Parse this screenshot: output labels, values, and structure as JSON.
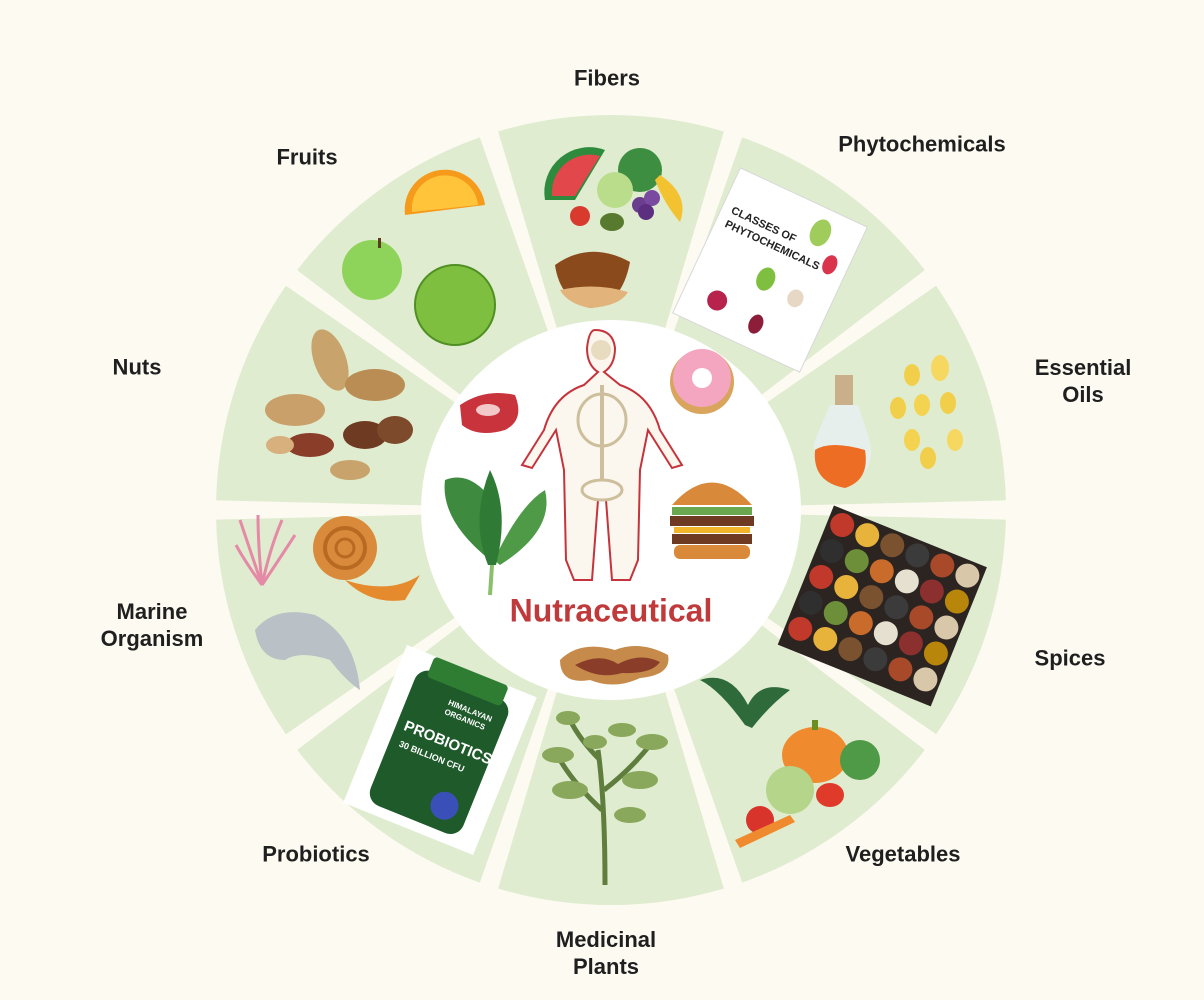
{
  "center": {
    "title": "Nutraceutical"
  },
  "categories": [
    {
      "id": "fibers",
      "lines": [
        "Fibers"
      ]
    },
    {
      "id": "phytochemicals",
      "lines": [
        "Phytochemicals"
      ]
    },
    {
      "id": "essential-oils",
      "lines": [
        "Essential",
        "Oils"
      ]
    },
    {
      "id": "spices",
      "lines": [
        "Spices"
      ]
    },
    {
      "id": "vegetables",
      "lines": [
        "Vegetables"
      ]
    },
    {
      "id": "medicinal-plants",
      "lines": [
        "Medicinal",
        "Plants"
      ]
    },
    {
      "id": "probiotics",
      "lines": [
        "Probiotics"
      ]
    },
    {
      "id": "marine-organism",
      "lines": [
        "Marine",
        "Organism"
      ]
    },
    {
      "id": "nuts",
      "lines": [
        "Nuts"
      ]
    },
    {
      "id": "fruits",
      "lines": [
        "Fruits"
      ]
    }
  ],
  "phytochemicals_card": {
    "title_line1": "CLASSES OF",
    "title_line2": "PHYTOCHEMICALS"
  },
  "probiotics_bottle": {
    "brand_line1": "HIMALAYAN",
    "brand_line2": "ORGANICS",
    "product": "PROBIOTICS",
    "strength": "30 BILLION CFU"
  },
  "colors": {
    "background": "#fdfaf2",
    "ring": "#dfeccf",
    "center_circle": "#ffffff",
    "center_title": "#c0393b",
    "label": "#1f1f1f"
  }
}
